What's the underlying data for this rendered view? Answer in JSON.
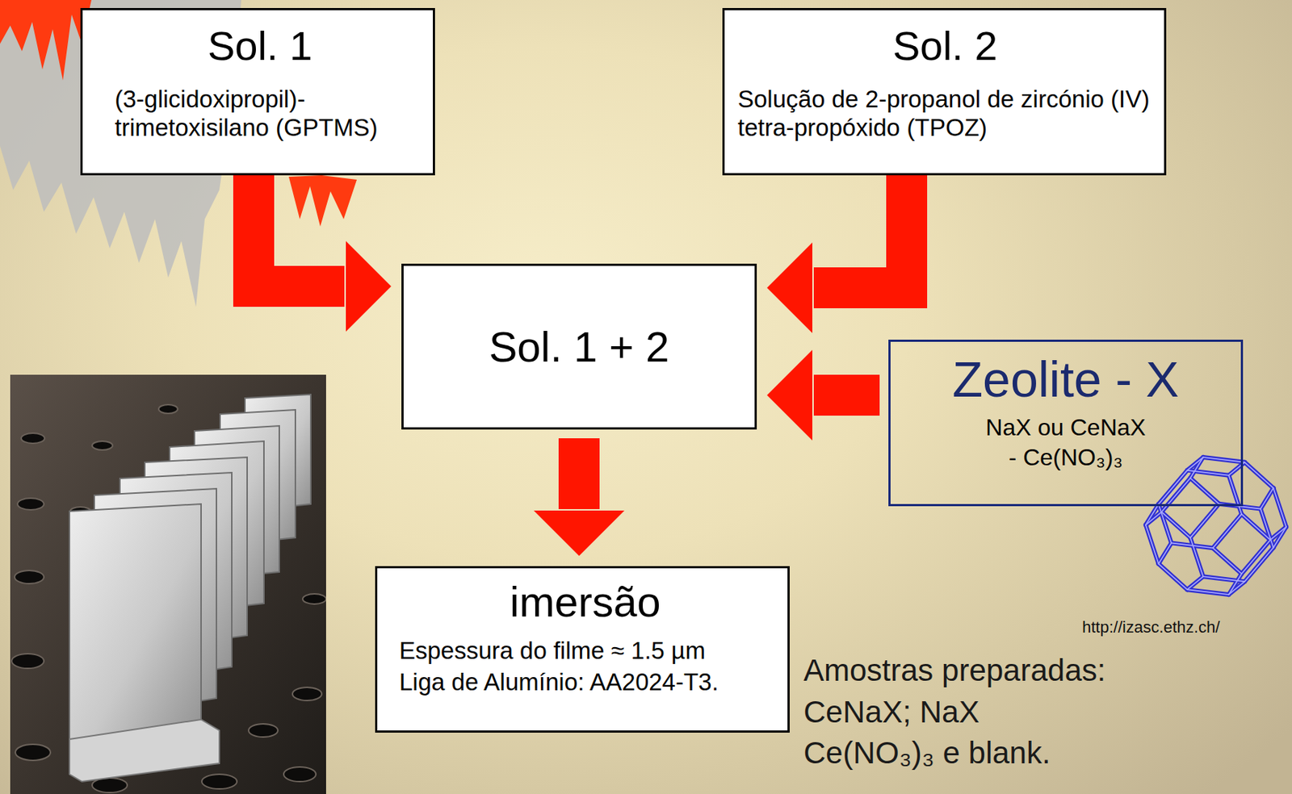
{
  "diagram": {
    "nodes": [
      {
        "text": [
          "Sol. 1",
          "(3-glicidoxipropil)- trimetoxisilano (GPTMS)"
        ]
      },
      {
        "text": [
          "Sol. 2",
          "Solução de 2-propanol de zircónio (IV) tetra-propóxido (TPOZ)"
        ]
      },
      {
        "text": [
          "Sol. 1 + 2"
        ]
      },
      {
        "text": [
          "Zeolite - X",
          "NaX ou CeNaX",
          "- Ce(NO₃)₃"
        ]
      },
      {
        "text": [
          "imersão",
          "Espessura do filme ≈ 1.5 µm",
          "Liga de Alumínio: AA2024-T3."
        ]
      }
    ],
    "edges": [
      {
        "from": 0,
        "to": 2,
        "arrow": "to"
      },
      {
        "from": 1,
        "to": 2,
        "arrow": "to"
      },
      {
        "from": 3,
        "to": 2,
        "arrow": "to"
      },
      {
        "from": 2,
        "to": 4,
        "arrow": "to"
      }
    ],
    "labels": [
      "http://izasc.ethz.ch/",
      "Amostras preparadas:",
      "CeNaX; NaX Ce(NO₃)₃ e blank."
    ]
  }
}
